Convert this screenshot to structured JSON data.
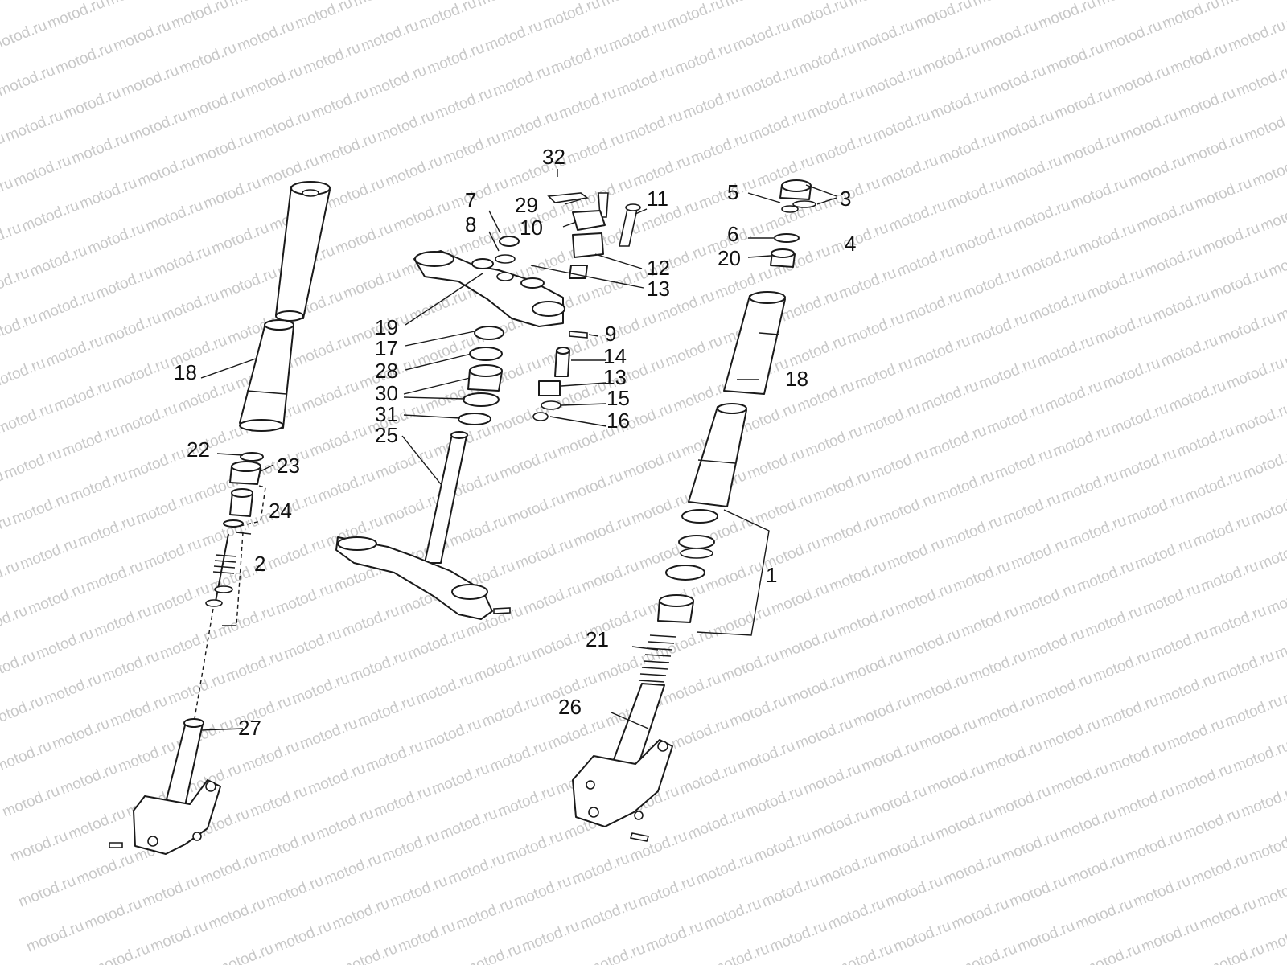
{
  "diagram": {
    "watermark_text": "motod.ru",
    "colors": {
      "line": "#1a1a1a",
      "watermark": "#c8c8c8",
      "background": "#ffffff"
    },
    "callouts": {
      "c1": "1",
      "c2": "2",
      "c3": "3",
      "c4": "4",
      "c5": "5",
      "c6": "6",
      "c7": "7",
      "c8": "8",
      "c9": "9",
      "c10": "10",
      "c11": "11",
      "c12": "12",
      "c13a": "13",
      "c13b": "13",
      "c14": "14",
      "c15": "15",
      "c16": "16",
      "c17": "17",
      "c18a": "18",
      "c18b": "18",
      "c19": "19",
      "c20": "20",
      "c21": "21",
      "c22": "22",
      "c23": "23",
      "c24": "24",
      "c25": "25",
      "c26": "26",
      "c27": "27",
      "c28": "28",
      "c29": "29",
      "c30": "30",
      "c31": "31",
      "c32": "32"
    }
  }
}
